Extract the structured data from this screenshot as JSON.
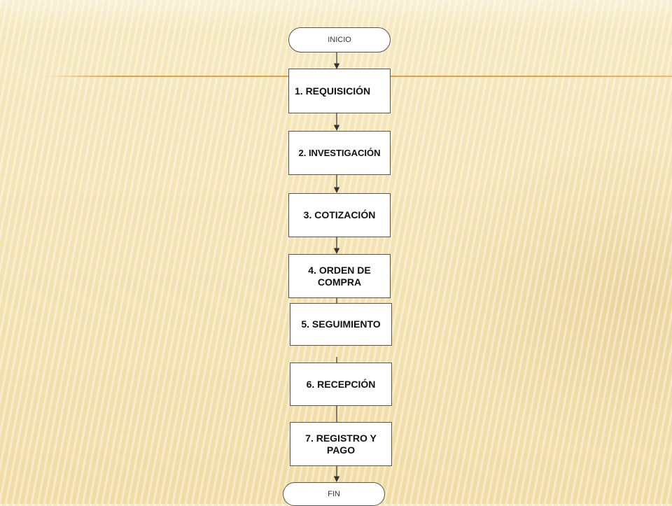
{
  "flow": {
    "start": "INICIO",
    "steps": [
      "1. REQUISICIÓN",
      "2. INVESTIGACIÓN",
      "3. COTIZACIÓN",
      "4. ORDEN DE COMPRA",
      "5. SEGUIMIENTO",
      "6. RECEPCIÓN",
      "7. REGISTRO Y PAGO"
    ],
    "end": "FIN"
  },
  "colors": {
    "background": "#f4e3b3",
    "accent_line": "#e3a248",
    "node_fill": "#ffffff",
    "node_border": "#555555",
    "connector": "#333333"
  }
}
